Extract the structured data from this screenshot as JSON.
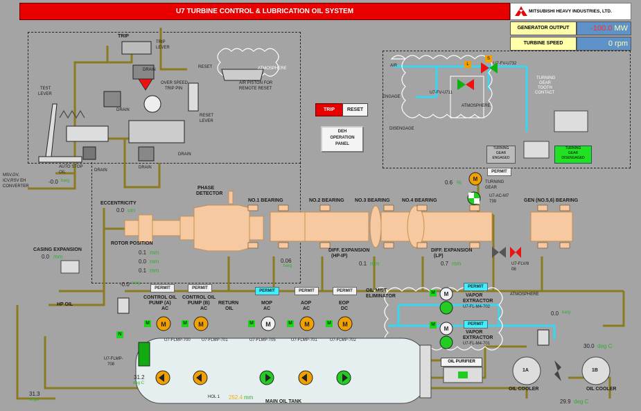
{
  "header": {
    "title": "U7 TURBINE CONTROL & LUBRICATION OIL SYSTEM",
    "logo_text": "MITSUBISHI HEAVY INDUSTRIES, LTD.",
    "generator_output_label": "GENERATOR OUTPUT",
    "generator_output_value": "-100.0",
    "generator_output_unit": "MW",
    "turbine_speed_label": "TURBINE SPEED",
    "turbine_speed_value": "0",
    "turbine_speed_unit": "rpm"
  },
  "trip_panel": {
    "trip_label": "TRIP",
    "reset_label": "RESET",
    "deh_label_1": "DEH",
    "deh_label_2": "OPERATION",
    "deh_label_3": "PANEL"
  },
  "trip_section": {
    "trip_lever_short": "TRIP",
    "trip_lever_1": "TRIP",
    "trip_lever_2": "LEVER",
    "reset": "RESET",
    "atmosphere": "ATMOSPHERE",
    "air_piston_1": "AIR PISTON FOR",
    "air_piston_2": "REMOTE RESET",
    "test_lever_1": "TEST",
    "test_lever_2": "LEVER",
    "over_speed_1": "OVER SPEED",
    "over_speed_2": "TRIP PIN",
    "reset_lever_1": "RESET",
    "reset_lever_2": "LEVER",
    "drain_1": "DRAIN",
    "drain_2": "DRAIN",
    "drain_3": "DRAIN",
    "drain_4": "DRAIN",
    "drain_5": "DRAIN",
    "auto_stop_1": "AUTO STOP",
    "auto_stop_2": "OIL",
    "msv_1": "MSV,GV,",
    "msv_2": "ICV,RSV EH",
    "msv_3": "CONVERTER",
    "auto_stop_value": "-0.0",
    "auto_stop_unit": "barg"
  },
  "turning_gear_section": {
    "air": "AIR",
    "valve_1": "U7-FV-U732",
    "valve_2": "U7-FV-U711",
    "atmosphere": "ATMOSPHERE",
    "engage": "ENGAGE",
    "disengage": "DISENGAGE",
    "tooth_1": "TURNING",
    "tooth_2": "GEAR",
    "tooth_3": "TOOTH",
    "tooth_4": "CONTACT",
    "engaged_1": "TURNING",
    "engaged_2": "GEAR",
    "engaged_3": "ENGAGED",
    "disengaged_1": "TURNING",
    "disengaged_2": "GEAR",
    "disengaged_3": "DISENGAGED",
    "l_tag": "L",
    "s_tag": "S"
  },
  "turbine": {
    "turning_gear_pct": "0.6",
    "pct_unit": "%",
    "permit_label": "PERMIT",
    "turning_gear_1": "TURNING",
    "turning_gear_2": "GEAR",
    "turning_gear_tag_1": "U7-AC-M7",
    "turning_gear_tag_2": "739",
    "phase_detector_1": "PHASE",
    "phase_detector_2": "DETECTOR",
    "eccentricity_label": "ECCENTRICITY",
    "eccentricity_value": "0.0",
    "eccentricity_unit": "um",
    "bearing_1": "NO.1 BEARING",
    "bearing_2": "NO.2 BEARING",
    "bearing_3": "NO.3 BEARING",
    "bearing_4": "NO.4 BEARING",
    "bearing_gen": "GEN (NO.5,6) BEARING",
    "casing_expansion_label": "CASING EXPANSION",
    "casing_expansion_value": "0.0",
    "casing_expansion_unit": "mm",
    "rotor_position_label": "ROTOR POSITION",
    "rotor_pos_1": "0.1",
    "rotor_pos_2": "0.0",
    "rotor_pos_3": "0.1",
    "rotor_pos_unit": "mm",
    "bearing_oil_value": "0.06",
    "bearing_oil_unit": "barg",
    "diff_hp_1": "DIFF. EXPANSION",
    "diff_hp_2": "(HP-IP)",
    "diff_hp_value": "0.1",
    "diff_hp_unit": "mm",
    "diff_lp_1": "DIFF. EXPANSION",
    "diff_lp_2": "(LP)",
    "diff_lp_value": "0.7",
    "diff_lp_unit": "mm",
    "flv_1": "U7-FLV/8",
    "flv_2": "08"
  },
  "lube_oil": {
    "hp_oil": "HP OIL",
    "hp_oil_value": "-0.0",
    "hp_oil_unit": "barg",
    "permit": "PERMIT",
    "cop_a_1": "CONTROL OIL",
    "cop_a_2": "PUMP (A)",
    "cop_a_3": "AC",
    "cop_b_1": "CONTROL OIL",
    "cop_b_2": "PUMP (B)",
    "cop_b_3": "AC",
    "return_1": "RETURN",
    "return_2": "OIL",
    "mop_1": "MOP",
    "mop_2": "AC",
    "aop_1": "AOP",
    "aop_2": "AC",
    "eop_1": "EOP",
    "eop_2": "DC",
    "oil_mist_1": "OIL MIST",
    "oil_mist_2": "ELIMINATOR",
    "vapor_1a": "VAPOR",
    "vapor_1b": "EXTRACTOR",
    "vapor_1c": "U7-FL-M4-702",
    "vapor_2a": "VAPOR",
    "vapor_2b": "EXTRACTOR",
    "vapor_2c": "U7-FL-M4-701",
    "atmosphere": "ATMOSPHERE",
    "cooler_pressure": "0.0",
    "cooler_pressure_unit": "barg",
    "temp_out": "30.0",
    "temp_out_unit": "deg C",
    "temp_in": "29.9",
    "temp_in_unit": "deg C",
    "cooler_a": "1A",
    "cooler_b": "1B",
    "oil_cooler_1": "OIL COOLER",
    "oil_cooler_2": "OIL COOLER",
    "oil_purifier": "OIL PURIFIER",
    "main_oil_tank": "MAIN OIL TANK",
    "level_label": "HOL 1",
    "level_value": "252.4",
    "level_unit": "mm",
    "pump_tag_1": "U7-FLMP-700",
    "pump_tag_2": "U7-FLMP-701",
    "pump_tag_3": "U7-FLMP-705",
    "pump_tag_4": "U7-FLMP-701",
    "pump_tag_5": "U7-FLMP-702",
    "heater_tag_1": "U7-FLMP-",
    "heater_tag_2": "708",
    "temp_tank": "31.2",
    "temp_tank_unit": "deg C",
    "temp_left": "31.3",
    "temp_left_unit": "degC",
    "m_label": "M",
    "n_label": "N"
  },
  "colors": {
    "background": "#a4a4a4",
    "title_red": "#e80000",
    "oil_line": "#8a7a20",
    "cyan_line": "#35d7f2",
    "rotor": "#f7c9a0",
    "motor_orange": "#f0a000",
    "running_green": "#22cc22"
  }
}
